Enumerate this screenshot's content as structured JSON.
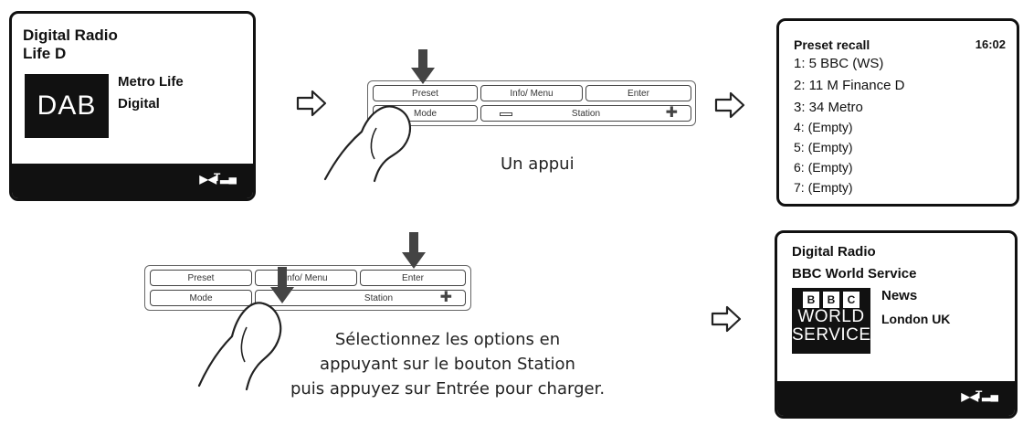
{
  "screen_1": {
    "line1": "Digital Radio",
    "line2": "Life D",
    "logo": "DAB",
    "station_line1": "Metro Life",
    "station_line2": "Digital"
  },
  "panel_top": {
    "preset": "Preset",
    "info_menu": "Info/ Menu",
    "enter": "Enter",
    "mode": "Mode",
    "station": "Station"
  },
  "caption_top": "Un appui",
  "screen_2": {
    "title": "Preset recall",
    "time": "16:02",
    "items": [
      "1: 5 BBC (WS)",
      "2: 11 M Finance D",
      "3: 34 Metro",
      "4: (Empty)",
      "5: (Empty)",
      "6: (Empty)",
      "7: (Empty)"
    ]
  },
  "panel_bottom": {
    "preset": "Preset",
    "info_menu": "Info/ Menu",
    "enter": "Enter",
    "mode": "Mode",
    "station": "Station"
  },
  "caption_bottom": {
    "line1": "Sélectionnez les options en",
    "line2": "appuyant sur le bouton Station",
    "line3": "puis appuyez sur Entrée pour charger."
  },
  "screen_3": {
    "line1": "Digital Radio",
    "line2": "BBC World Service",
    "logo_letters": [
      "B",
      "B",
      "C"
    ],
    "logo_word1": "WORLD",
    "logo_word2": "SERVICE",
    "station_line1": "News",
    "station_line2": "London UK"
  }
}
